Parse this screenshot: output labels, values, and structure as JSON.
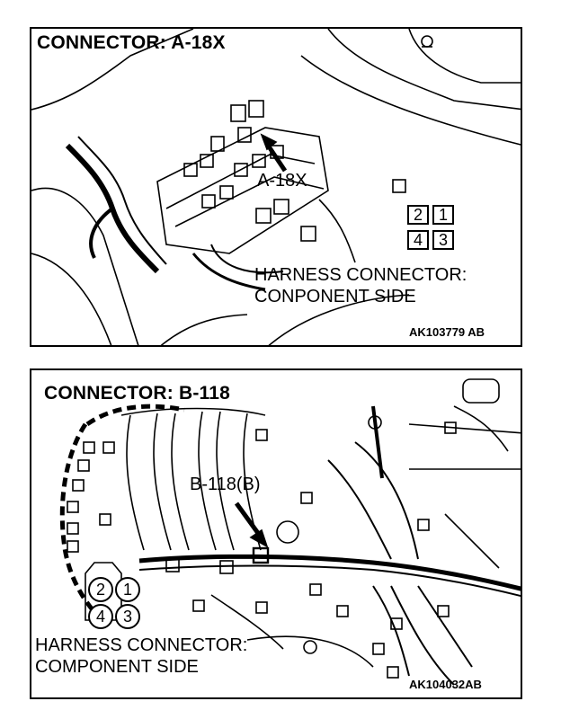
{
  "panel_a": {
    "title": "CONNECTOR: A-18X",
    "callout": "A-18X",
    "pins": [
      "2",
      "1",
      "4",
      "3"
    ],
    "harness_line1": "HARNESS CONNECTOR:",
    "harness_line2": "CONPONENT SIDE",
    "code": "AK103779 AB"
  },
  "panel_b": {
    "title": "CONNECTOR: B-118",
    "callout": "B-118(B)",
    "pins": [
      "2",
      "1",
      "4",
      "3"
    ],
    "harness_line1": "HARNESS CONNECTOR:",
    "harness_line2": "COMPONENT SIDE",
    "code": "AK104032AB"
  }
}
